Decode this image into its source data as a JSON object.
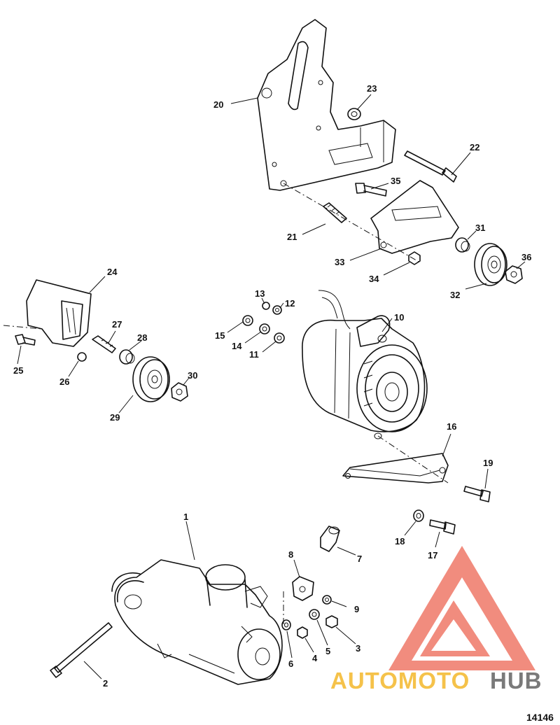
{
  "figure_number": "14146",
  "watermark": {
    "part1": "AUTOMOTO",
    "part2": "HUB",
    "color_primary": "#f08070",
    "color_secondary": "#f5c24a",
    "color_dark": "#7a7a7a"
  },
  "callouts": {
    "c1": "1",
    "c2": "2",
    "c3": "3",
    "c4": "4",
    "c5": "5",
    "c6": "6",
    "c7": "7",
    "c8": "8",
    "c9": "9",
    "c10": "10",
    "c11": "11",
    "c12": "12",
    "c13": "13",
    "c14": "14",
    "c15": "15",
    "c16": "16",
    "c17": "17",
    "c18": "18",
    "c19": "19",
    "c20": "20",
    "c21": "21",
    "c22": "22",
    "c23": "23",
    "c24": "24",
    "c25": "25",
    "c26": "26",
    "c27": "27",
    "c28": "28",
    "c29": "29",
    "c30": "30",
    "c31": "31",
    "c32": "32",
    "c33": "33",
    "c34": "34",
    "c35": "35",
    "c36": "36"
  }
}
